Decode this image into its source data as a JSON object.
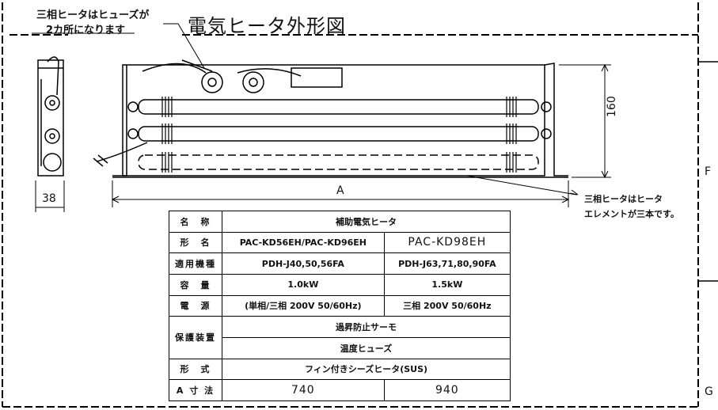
{
  "drawing": {
    "title": "電気ヒータ外形図",
    "note_top_line1": "三相ヒータはヒューズが",
    "note_top_line2": "2カ所になります",
    "note_right_line1": "三相ヒータはヒータ",
    "note_right_line2": "エレメントが三本です。",
    "dim_side_width": "38",
    "dim_height": "160",
    "dim_length": "A",
    "margin_row_f": "F",
    "margin_row_g": "G"
  },
  "spec_table": {
    "name_label": "名　称",
    "name_value": "補助電気ヒータ",
    "model_label": "形　名",
    "model_a": "PAC-KD56EH/PAC-KD96EH",
    "model_b": "PAC-KD98EH",
    "applicable_label": "適用機種",
    "applicable_a": "PDH-J40,50,56FA",
    "applicable_b": "PDH-J63,71,80,90FA",
    "capacity_label": "容　量",
    "capacity_a": "1.0kW",
    "capacity_b": "1.5kW",
    "power_label": "電　源",
    "power_a": "(単相/三相 200V 50/60Hz)",
    "power_b": "三相 200V 50/60Hz",
    "protection_label": "保護装置",
    "protection_1": "過昇防止サーモ",
    "protection_2": "温度ヒューズ",
    "type_label": "形　式",
    "type_value": "フィン付きシーズヒータ(SUS)",
    "dim_a_label": "A 寸 法",
    "dim_a_a": "740",
    "dim_a_b": "940"
  }
}
